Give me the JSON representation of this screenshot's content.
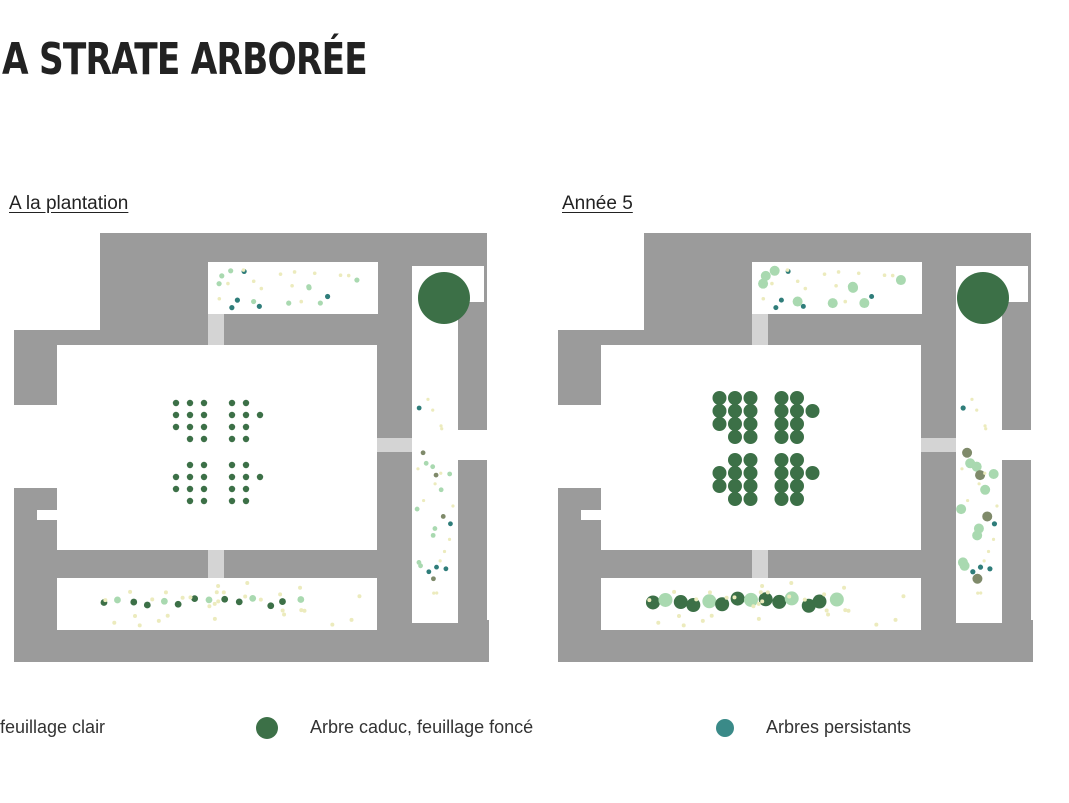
{
  "title": "A STRATE ARBORÉE",
  "panels": [
    {
      "label": "A la plantation"
    },
    {
      "label": "Année 5"
    }
  ],
  "legend": [
    {
      "label": "feuillage clair",
      "color": "#a9d9b0"
    },
    {
      "label": "Arbre caduc, feuillage foncé",
      "color": "#3c7047"
    },
    {
      "label": "Arbres persistants",
      "color": "#3a8a88"
    }
  ],
  "colors": {
    "building": "#9b9b9b",
    "courtyard": "#ffffff",
    "passage": "#d4d4d4",
    "dark_tree": "#3c7047",
    "light_tree": "#a9d9b0",
    "evergreen": "#2f7d7a",
    "shrub_yellow": "#ecebbd",
    "olive": "#7f8a6a"
  }
}
